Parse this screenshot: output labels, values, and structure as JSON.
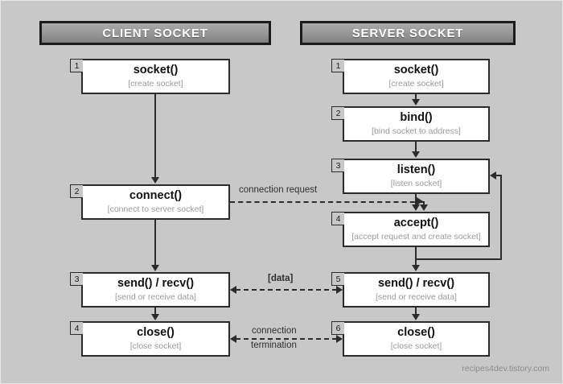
{
  "diagram": {
    "watermark": "recipes4dev.tistory.com",
    "columns": [
      {
        "id": "client",
        "header": "CLIENT SOCKET"
      },
      {
        "id": "server",
        "header": "SERVER SOCKET"
      }
    ],
    "client_nodes": [
      {
        "num": "1",
        "title": "socket()",
        "sub": "[create socket]"
      },
      {
        "num": "2",
        "title": "connect()",
        "sub": "[connect to server socket]"
      },
      {
        "num": "3",
        "title": "send() / recv()",
        "sub": "[send or receive data]"
      },
      {
        "num": "4",
        "title": "close()",
        "sub": "[close socket]"
      }
    ],
    "server_nodes": [
      {
        "num": "1",
        "title": "socket()",
        "sub": "[create socket]"
      },
      {
        "num": "2",
        "title": "bind()",
        "sub": "[bind socket to address]"
      },
      {
        "num": "3",
        "title": "listen()",
        "sub": "[listen socket]"
      },
      {
        "num": "4",
        "title": "accept()",
        "sub": "[accept request and create socket]"
      },
      {
        "num": "5",
        "title": "send() / recv()",
        "sub": "[send or receive data]"
      },
      {
        "num": "6",
        "title": "close()",
        "sub": "[close socket]"
      }
    ],
    "edge_labels": {
      "connection_request": "connection request",
      "data": "[data]",
      "termination_line1": "connection",
      "termination_line2": "termination"
    },
    "colors": {
      "canvas_background": "#c8c8c8",
      "node_fill": "#ffffff",
      "node_border": "#2b2b2b",
      "header_text": "#ffffff",
      "sub_text": "#9a9a9a",
      "watermark_text": "#8c8c8c"
    }
  }
}
